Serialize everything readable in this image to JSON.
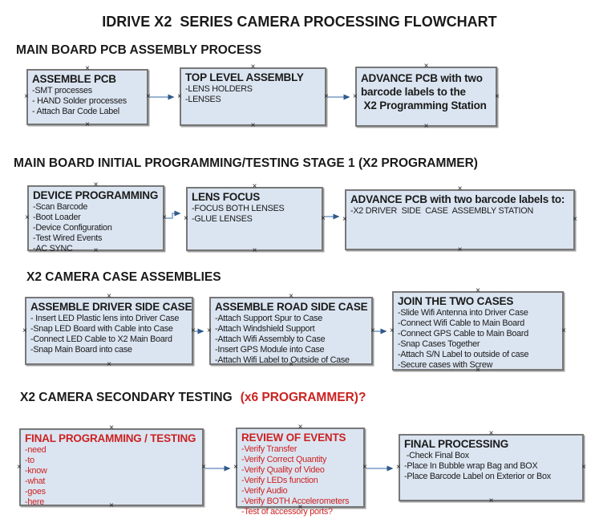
{
  "title": "IDRIVE X2  SERIES CAMERA PROCESSING FLOWCHART",
  "colors": {
    "box_fill": "#dbe5f1",
    "box_border": "#777777",
    "arrow_line": "#9ab3d5",
    "arrow_head": "#2f5a8b",
    "red_text": "#cc2222",
    "text": "#1a1a1a"
  },
  "icons": {
    "connection_point": "x-mark"
  },
  "sections": [
    {
      "heading": "MAIN BOARD PCB ASSEMBLY PROCESS",
      "boxes": [
        {
          "title": "ASSEMBLE PCB",
          "items": [
            "-SMT processes",
            "- HAND Solder processes",
            "- Attach Bar Code Label"
          ]
        },
        {
          "title": "TOP LEVEL ASSEMBLY",
          "items": [
            "-LENS HOLDERS",
            "-LENSES"
          ]
        },
        {
          "title_lines": [
            "ADVANCE PCB with two",
            "barcode labels to the",
            " X2 Programming Station"
          ]
        }
      ]
    },
    {
      "heading": "MAIN BOARD INITIAL PROGRAMMING/TESTING STAGE 1 (X2 PROGRAMMER)",
      "boxes": [
        {
          "title": "DEVICE PROGRAMMING",
          "items": [
            "-Scan Barcode",
            "-Boot Loader",
            "-Device Configuration",
            "-Test Wired Events",
            "-AC SYNC"
          ]
        },
        {
          "title": "LENS FOCUS",
          "items": [
            "-FOCUS BOTH LENSES",
            "-GLUE LENSES"
          ]
        },
        {
          "title": "ADVANCE PCB with two barcode labels to:",
          "items": [
            "-X2 DRIVER  SIDE  CASE  ASSEMBLY STATION"
          ]
        }
      ]
    },
    {
      "heading": "X2 CAMERA CASE ASSEMBLIES",
      "boxes": [
        {
          "title": "ASSEMBLE DRIVER SIDE CASE",
          "items": [
            "- Insert LED Plastic lens into Driver Case",
            "-Snap LED Board with Cable into Case",
            "-Connect LED Cable to X2 Main Board",
            "-Snap Main Board into case"
          ]
        },
        {
          "title": "ASSEMBLE ROAD SIDE CASE",
          "items": [
            "-Attach Support Spur to Case",
            "-Attach Windshield Support",
            "-Attach Wifi Assembly to Case",
            "-Insert GPS Module into Case",
            "-Attach Wifi Label to Outside of Case"
          ]
        },
        {
          "title": "JOIN THE TWO CASES",
          "items": [
            "-Slide Wifi Antenna into Driver Case",
            "-Connect Wifi Cable to Main Board",
            "-Connect GPS Cable to Main Board",
            "-Snap Cases Together",
            "-Attach S/N Label to outside of case",
            "-Secure cases with Screw"
          ]
        }
      ]
    },
    {
      "heading": "X2 CAMERA SECONDARY TESTING",
      "heading_red": "(x6 PROGRAMMER)?",
      "boxes": [
        {
          "title": "FINAL PROGRAMMING / TESTING",
          "items": [
            "-need",
            "-to",
            "-know",
            "-what",
            "-goes",
            "-here"
          ]
        },
        {
          "title": "REVIEW OF EVENTS",
          "items": [
            "-Verify Transfer",
            "-Verify Correct Quantity",
            "-Verify Quality of Video",
            "-Verify LEDs function",
            "-Verify Audio",
            "-Verify BOTH Accelerometers",
            "-Test of accessory ports?"
          ]
        },
        {
          "title": "FINAL PROCESSING",
          "items": [
            " -Check Final Box",
            "-Place In Bubble wrap Bag and BOX",
            "-Place Barcode Label on Exterior or Box"
          ]
        }
      ]
    }
  ]
}
